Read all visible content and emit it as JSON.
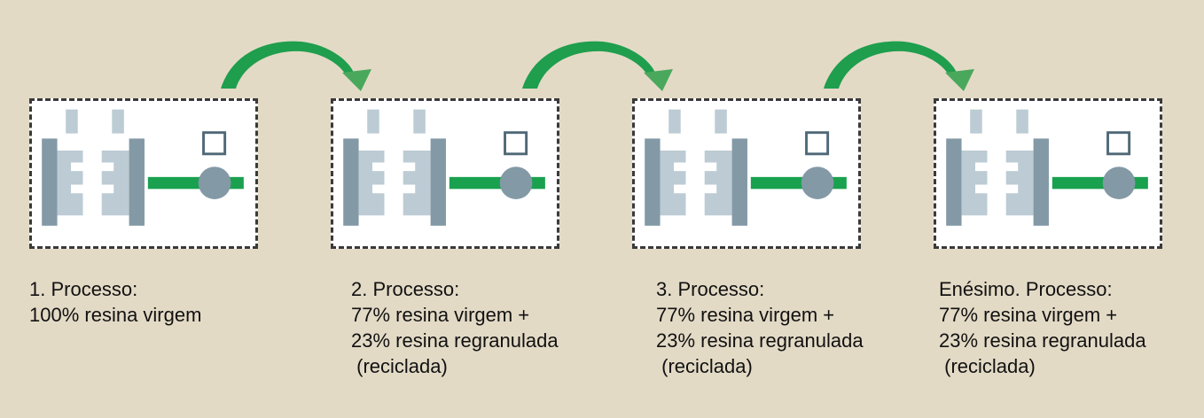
{
  "colors": {
    "background": "#e3dac6",
    "mold_dark": "#8399a6",
    "mold_light": "#bccbd4",
    "injection_bar": "#1aa14f",
    "arrow": "#1f9e4d",
    "hopper_outline": "#4f6877"
  },
  "icons": [
    "injection-molding-machine-icon",
    "curved-arrow-icon"
  ],
  "steps": [
    {
      "lines": [
        "1. Processo:",
        "100% resina virgem"
      ]
    },
    {
      "lines": [
        "2. Processo:",
        "77% resina virgem +",
        "23% resina regranulada",
        " (reciclada)"
      ]
    },
    {
      "lines": [
        "3. Processo:",
        "77% resina virgem +",
        "23% resina regranulada",
        " (reciclada)"
      ]
    },
    {
      "lines": [
        "Enésimo. Processo:",
        "77% resina virgem +",
        "23% resina regranulada",
        " (reciclada)"
      ]
    }
  ]
}
